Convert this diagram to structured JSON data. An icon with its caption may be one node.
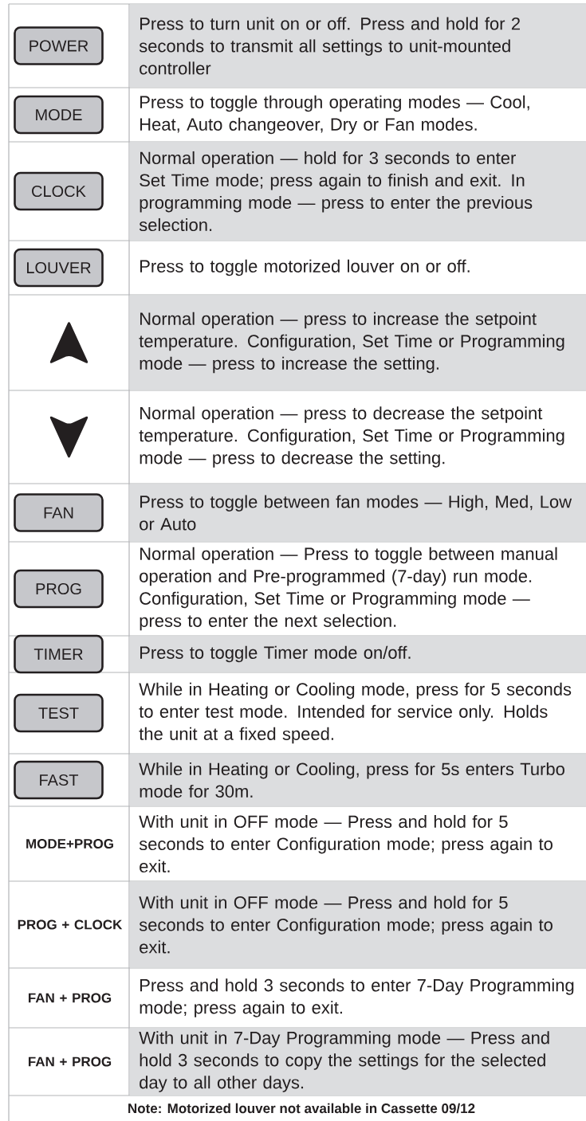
{
  "diagram": {
    "nodes": [
      {
        "text": [
          "POWER"
        ]
      },
      {
        "text": [
          "MODE"
        ]
      },
      {
        "text": [
          "CLOCK"
        ]
      },
      {
        "text": [
          "LOUVER"
        ]
      },
      {
        "text": [
          "FAN"
        ]
      },
      {
        "text": [
          "PROG"
        ]
      },
      {
        "text": [
          "TIMER"
        ]
      },
      {
        "text": [
          "TEST"
        ]
      },
      {
        "text": [
          "FAST"
        ]
      }
    ],
    "labels": [
      "Press to turn unit on or off. Press and hold for 2 seconds to transmit all settings to unit-mounted controller",
      "Press to toggle through operating  modes — Cool, Heat, Auto changeover, Dry or Fan modes.",
      "Normal operation — hold for 3 seconds to enter Set Time mode; press again to finish and exit. In programming mode — press to enter the previous selection.",
      "Press to toggle motorized louver on or off.",
      "Normal operation — press to increase the setpoint temperature. Configuration, Set Time or Programming mode — press to increase the setting.",
      "Normal operation — press to decrease the setpoint temperature. Configuration, Set Time or Programming mode — press to decrease the setting.",
      "Press to toggle between fan modes — High, Med, Low or Auto",
      "Normal operation — Press to toggle between manual operation and Pre-programmed (7-day) run mode. Configuration, Set Time or Programming mode — press to enter the next selection.",
      "Press to toggle Timer mode on/off.",
      "While in Heating or Cooling mode, press for 5 seconds to enter test mode. Intended for service only. Holds the unit at a fixed speed.",
      "While in Heating or Cooling, press for 5s enters Turbo mode for 30m.",
      "MODE+PROG",
      "With unit in OFF mode — Press and hold for 5 seconds to enter Configuration mode; press again to exit.",
      "PROG + CLOCK",
      "With unit in OFF mode — Press and hold for 5 seconds to enter Configuration mode; press again to exit.",
      "FAN + PROG",
      "Press and hold 3 seconds to enter 7-Day Programming mode; press again to exit.",
      "FAN + PROG",
      "With unit in 7-Day Programming mode — Press and hold 3 seconds to copy the settings for the selected day to all other days.",
      "Note: Motorized louver not available in Cassette 09/12"
    ]
  }
}
